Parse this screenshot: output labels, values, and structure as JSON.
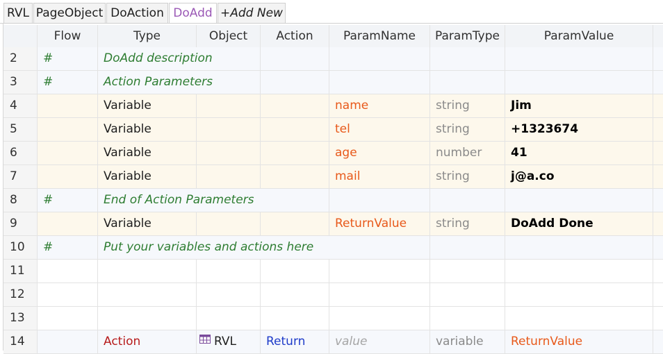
{
  "tabs": [
    {
      "label": "RVL",
      "active": false
    },
    {
      "label": "PageObject",
      "active": false
    },
    {
      "label": "DoAction",
      "active": false
    },
    {
      "label": "DoAdd",
      "active": true
    },
    {
      "label": "+Add New",
      "active": false
    }
  ],
  "columns": [
    "",
    "Flow",
    "Type",
    "Object",
    "Action",
    "ParamName",
    "ParamType",
    "ParamValue"
  ],
  "rows": [
    {
      "num": "2",
      "flow": "#",
      "type": "DoAdd description",
      "object": "",
      "action": "",
      "param_name": "",
      "param_type": "",
      "param_value": ""
    },
    {
      "num": "3",
      "flow": "#",
      "type": "Action Parameters",
      "object": "",
      "action": "",
      "param_name": "",
      "param_type": "",
      "param_value": ""
    },
    {
      "num": "4",
      "flow": "",
      "type": "Variable",
      "object": "",
      "action": "",
      "param_name": "name",
      "param_type": "string",
      "param_value": "Jim"
    },
    {
      "num": "5",
      "flow": "",
      "type": "Variable",
      "object": "",
      "action": "",
      "param_name": "tel",
      "param_type": "string",
      "param_value": "+1323674"
    },
    {
      "num": "6",
      "flow": "",
      "type": "Variable",
      "object": "",
      "action": "",
      "param_name": "age",
      "param_type": "number",
      "param_value": "41"
    },
    {
      "num": "7",
      "flow": "",
      "type": "Variable",
      "object": "",
      "action": "",
      "param_name": "mail",
      "param_type": "string",
      "param_value": "j@a.co"
    },
    {
      "num": "8",
      "flow": "#",
      "type": "End of Action Parameters",
      "object": "",
      "action": "",
      "param_name": "",
      "param_type": "",
      "param_value": ""
    },
    {
      "num": "9",
      "flow": "",
      "type": "Variable",
      "object": "",
      "action": "",
      "param_name": "ReturnValue",
      "param_type": "string",
      "param_value": "DoAdd Done"
    },
    {
      "num": "10",
      "flow": "#",
      "type": "Put your variables and actions here",
      "object": "",
      "action": "",
      "param_name": "",
      "param_type": "",
      "param_value": ""
    },
    {
      "num": "11",
      "flow": "",
      "type": "",
      "object": "",
      "action": "",
      "param_name": "",
      "param_type": "",
      "param_value": ""
    },
    {
      "num": "12",
      "flow": "",
      "type": "",
      "object": "",
      "action": "",
      "param_name": "",
      "param_type": "",
      "param_value": ""
    },
    {
      "num": "13",
      "flow": "",
      "type": "",
      "object": "",
      "action": "",
      "param_name": "",
      "param_type": "",
      "param_value": ""
    },
    {
      "num": "14",
      "flow": "",
      "type": "Action",
      "object": "RVL",
      "action": "Return",
      "param_name": "value",
      "param_type": "variable",
      "param_value": "ReturnValue"
    }
  ],
  "icons": {
    "object": "table-icon"
  },
  "colors": {
    "active_tab": "#9b59b6",
    "comment": "#2e7d32",
    "param_name": "#e8591a",
    "action_type": "#b71c1c",
    "action_name": "#1e3bc9",
    "param_row_bg": "#fdf8ec",
    "comment_row_bg": "#f6f8fc"
  }
}
